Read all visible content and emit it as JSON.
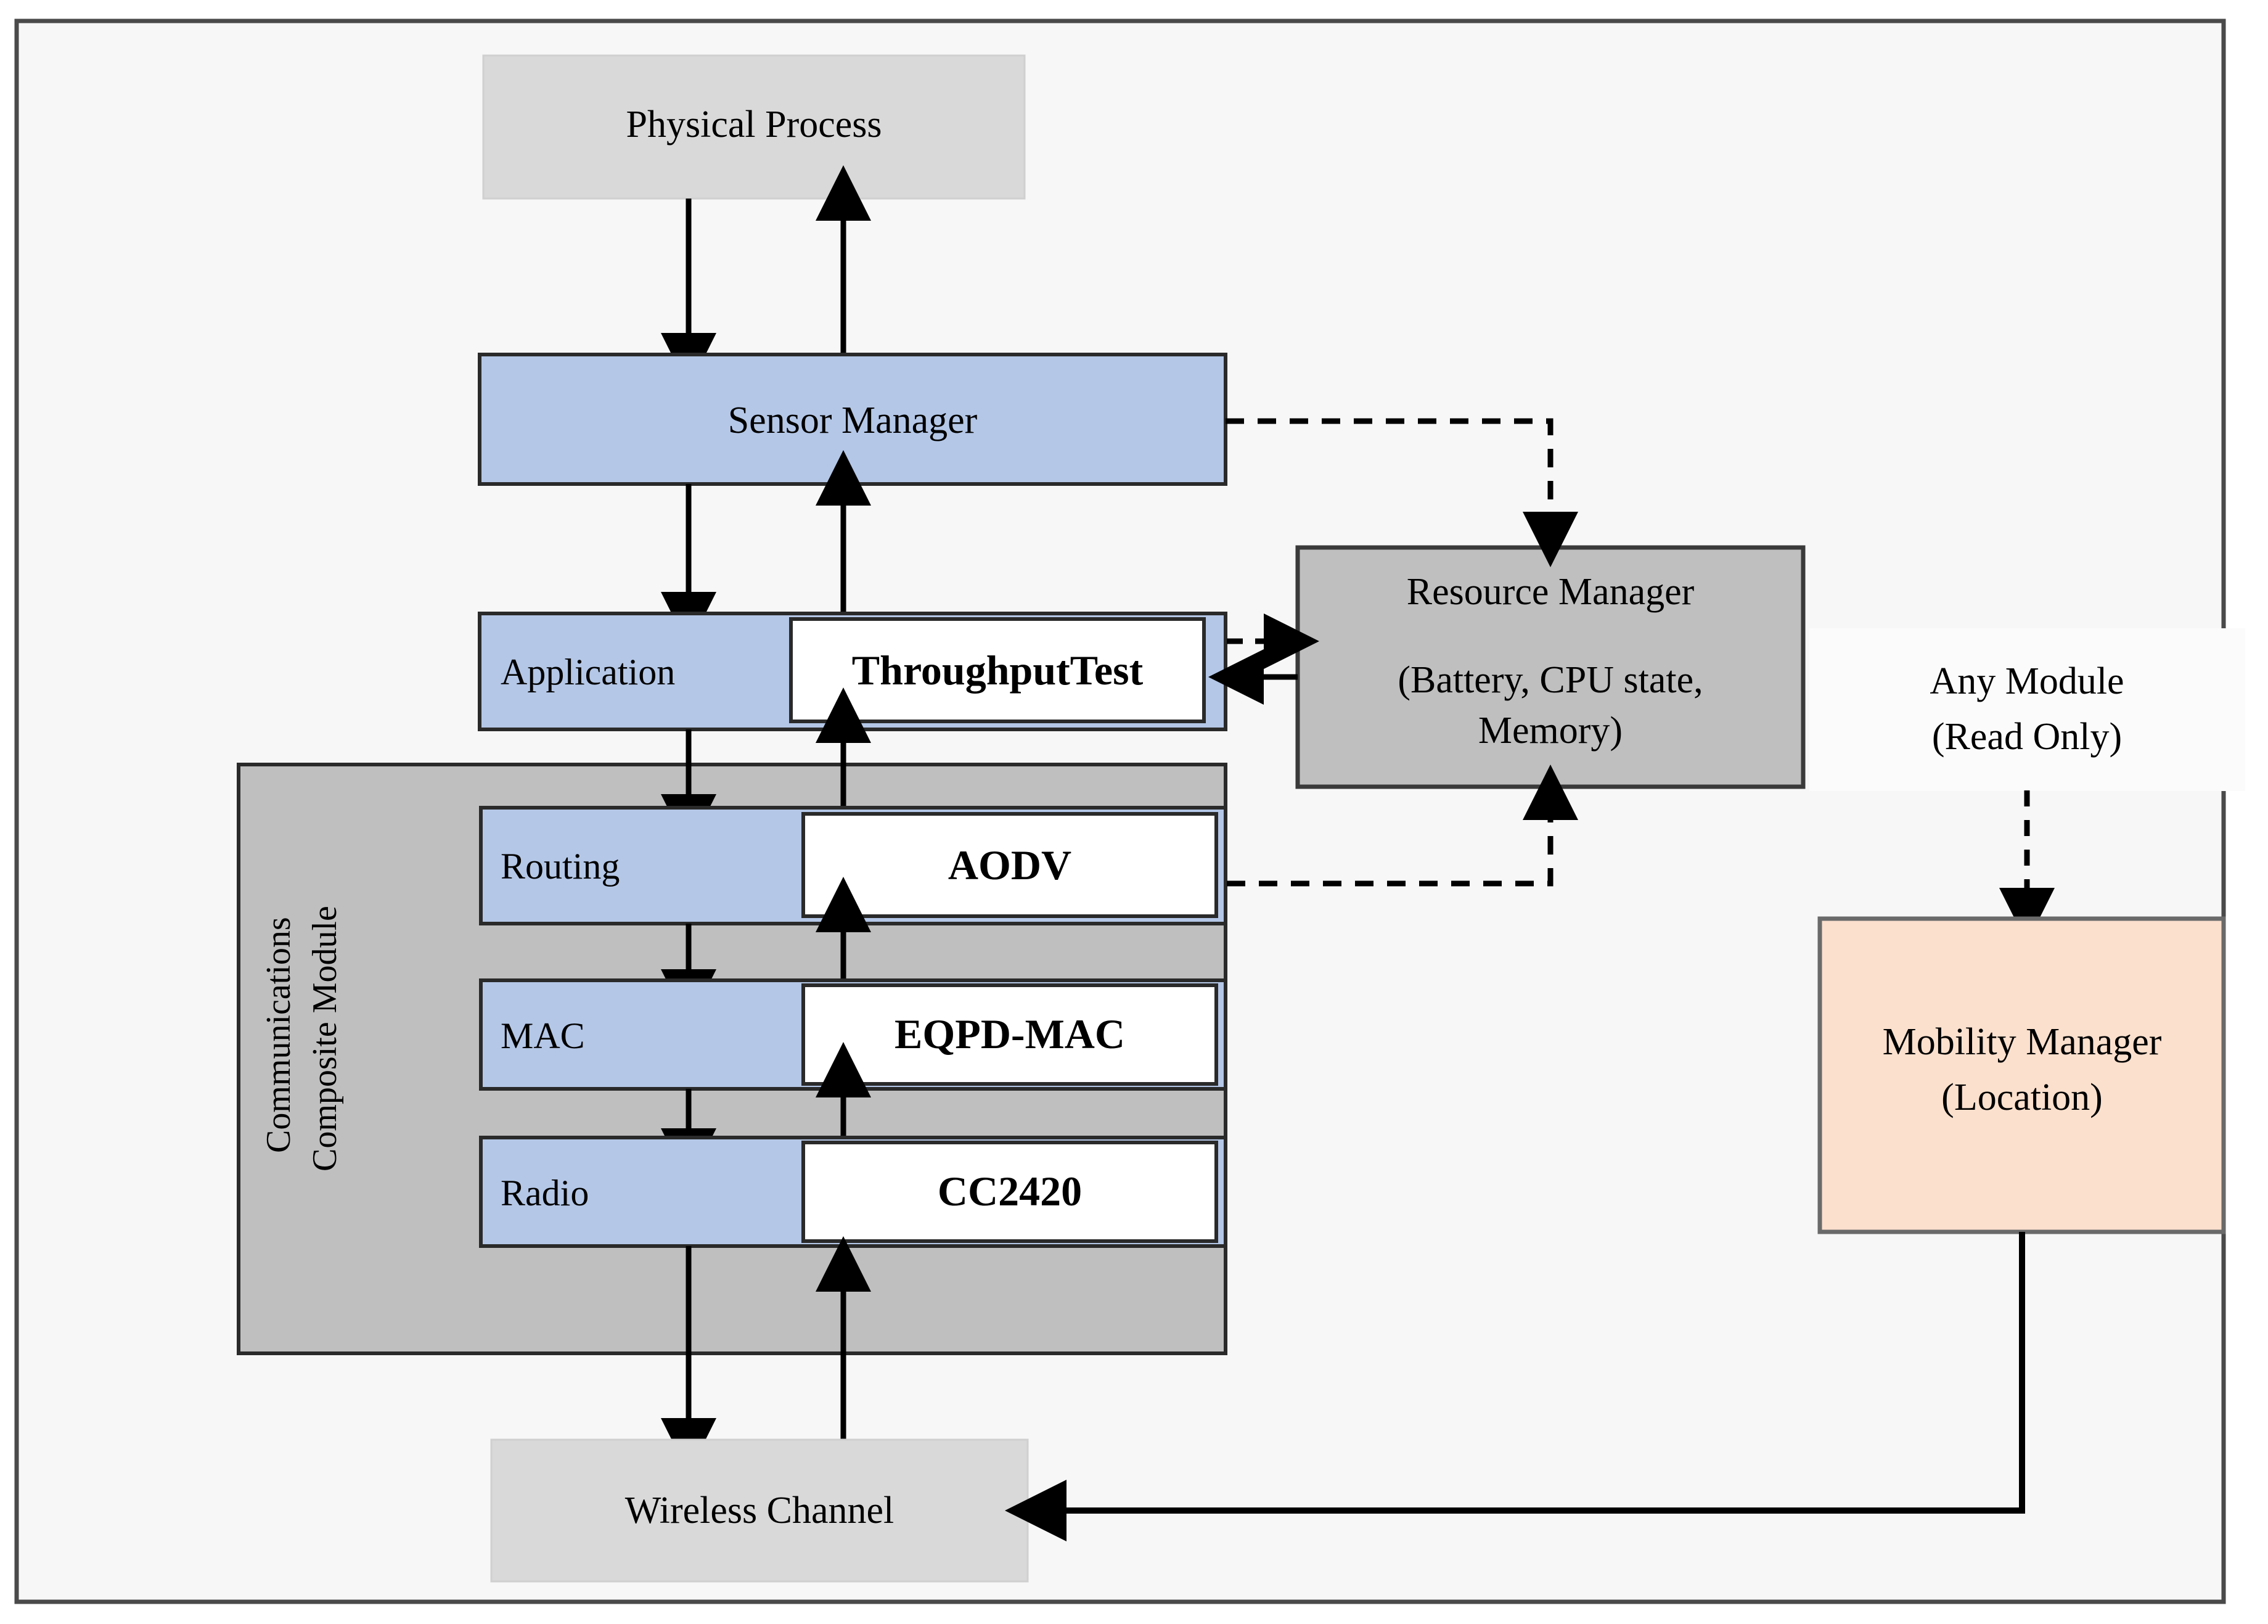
{
  "diagram": {
    "title": "WSN node architecture block diagram",
    "colors": {
      "canvas_background": "#f7f7f7",
      "frame_border": "#4a4a4a",
      "light_gray_box": "#d9d9d9",
      "medium_gray_box": "#bfbfbf",
      "layer_blue": "#b4c7e7",
      "protocol_white": "#ffffff",
      "mobility_peach": "#fbe0cd",
      "line_black": "#000000"
    },
    "blocks": {
      "physical_process": {
        "label": "Physical Process",
        "fill": "#d9d9d9"
      },
      "sensor_manager": {
        "label": "Sensor Manager",
        "fill": "#b4c7e7"
      },
      "resource_manager": {
        "label_line1": "Resource Manager",
        "label_line2": "(Battery, CPU state,",
        "label_line3": "Memory)",
        "fill": "#bfbfbf"
      },
      "any_module": {
        "label_line1": "Any Module",
        "label_line2": "(Read Only)",
        "fill": "#fbfbfb"
      },
      "mobility_manager": {
        "label_line1": "Mobility Manager",
        "label_line2": "(Location)",
        "fill": "#fbe0cd"
      },
      "wireless_channel": {
        "label": "Wireless Channel",
        "fill": "#d9d9d9"
      },
      "composite_module": {
        "label_line1": "Communications",
        "label_line2": "Composite Module",
        "fill": "#bfbfbf"
      }
    },
    "layers": [
      {
        "name": "Application",
        "protocol": "ThroughputTest"
      },
      {
        "name": "Routing",
        "protocol": "AODV"
      },
      {
        "name": "MAC",
        "protocol": "EQPD-MAC"
      },
      {
        "name": "Radio",
        "protocol": "CC2420"
      }
    ],
    "connectors": [
      {
        "from": "Physical Process",
        "to": "Sensor Manager",
        "style": "solid",
        "direction": "down"
      },
      {
        "from": "Sensor Manager",
        "to": "Physical Process",
        "style": "solid",
        "direction": "up"
      },
      {
        "from": "Sensor Manager",
        "to": "Application",
        "style": "solid",
        "direction": "down"
      },
      {
        "from": "Application",
        "to": "Sensor Manager",
        "style": "solid",
        "direction": "up"
      },
      {
        "from": "Application",
        "to": "Routing",
        "style": "solid",
        "direction": "down"
      },
      {
        "from": "Routing",
        "to": "Application",
        "style": "solid",
        "direction": "up"
      },
      {
        "from": "Routing",
        "to": "MAC",
        "style": "solid",
        "direction": "down"
      },
      {
        "from": "MAC",
        "to": "Routing",
        "style": "solid",
        "direction": "up"
      },
      {
        "from": "MAC",
        "to": "Radio",
        "style": "solid",
        "direction": "down"
      },
      {
        "from": "Radio",
        "to": "MAC",
        "style": "solid",
        "direction": "up"
      },
      {
        "from": "Radio",
        "to": "Wireless Channel",
        "style": "solid",
        "direction": "down"
      },
      {
        "from": "Wireless Channel",
        "to": "Radio",
        "style": "solid",
        "direction": "up"
      },
      {
        "from": "Sensor Manager",
        "to": "Resource Manager",
        "style": "dashed",
        "direction": "right-down"
      },
      {
        "from": "ThroughputTest",
        "to": "Resource Manager",
        "style": "dashed",
        "direction": "right"
      },
      {
        "from": "Resource Manager",
        "to": "ThroughputTest",
        "style": "solid",
        "direction": "left"
      },
      {
        "from": "AODV",
        "to": "Resource Manager",
        "style": "dashed",
        "direction": "right-up"
      },
      {
        "from": "Any Module (Read Only)",
        "to": "Mobility Manager",
        "style": "dashed",
        "direction": "down"
      },
      {
        "from": "Mobility Manager",
        "to": "Wireless Channel",
        "style": "solid",
        "direction": "down-left"
      }
    ]
  }
}
